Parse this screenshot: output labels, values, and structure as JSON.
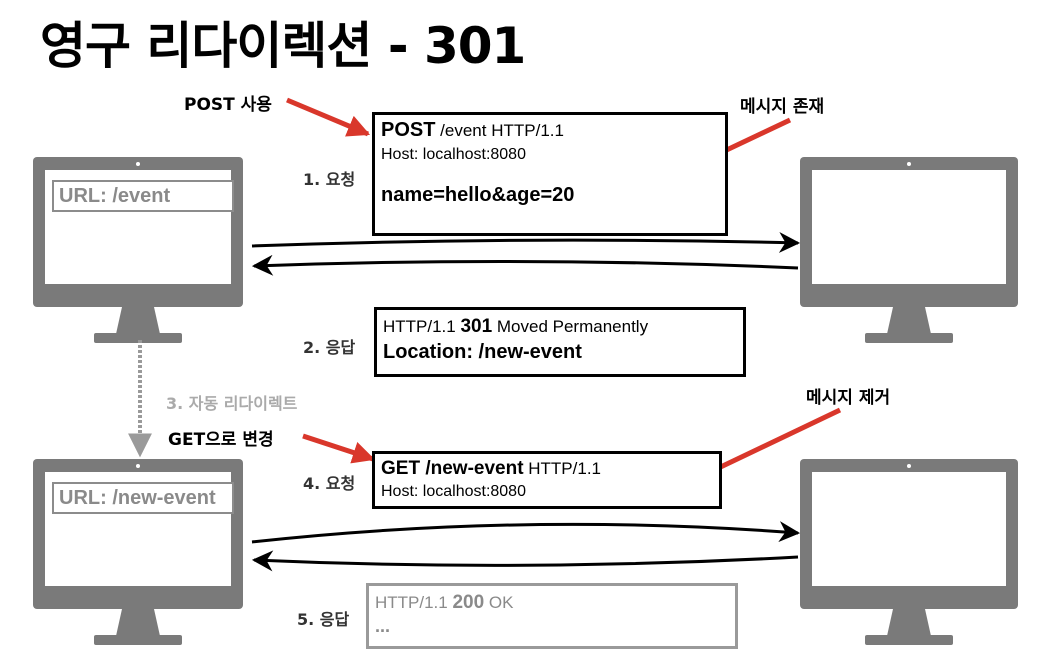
{
  "title": "영구 리다이렉션 - 301",
  "client1": {
    "url": "URL: /event"
  },
  "client2": {
    "url": "URL: /new-event"
  },
  "request1": {
    "step": "1. 요청",
    "method": "POST",
    "line_rest": " /event HTTP/1.1",
    "host": "Host: localhost:8080",
    "body": "name=hello&age=20"
  },
  "response1": {
    "step": "2. 응답",
    "status_pre": "HTTP/1.1 ",
    "status_code": "301",
    "status_post": " Moved Permanently",
    "location": "Location: /new-event"
  },
  "redirect": {
    "step": "3. 자동 리다이렉트"
  },
  "request2": {
    "step": "4. 요청",
    "line_bold": "GET /new-event",
    "line_rest": " HTTP/1.1",
    "host": "Host: localhost:8080"
  },
  "response2": {
    "step": "5. 응답",
    "status_pre": "HTTP/1.1 ",
    "status_code": "200",
    "status_post": " OK",
    "more": "..."
  },
  "annotations": {
    "post_use": "POST 사용",
    "message_exists": "메시지 존재",
    "message_removed": "메시지 제거",
    "change_to_get": "GET으로 변경"
  },
  "colors": {
    "monitor": "#7a7a7a",
    "arrow_red": "#d9372b",
    "text_gray": "#8a8a8a"
  },
  "icons": [
    "monitor-icon"
  ]
}
